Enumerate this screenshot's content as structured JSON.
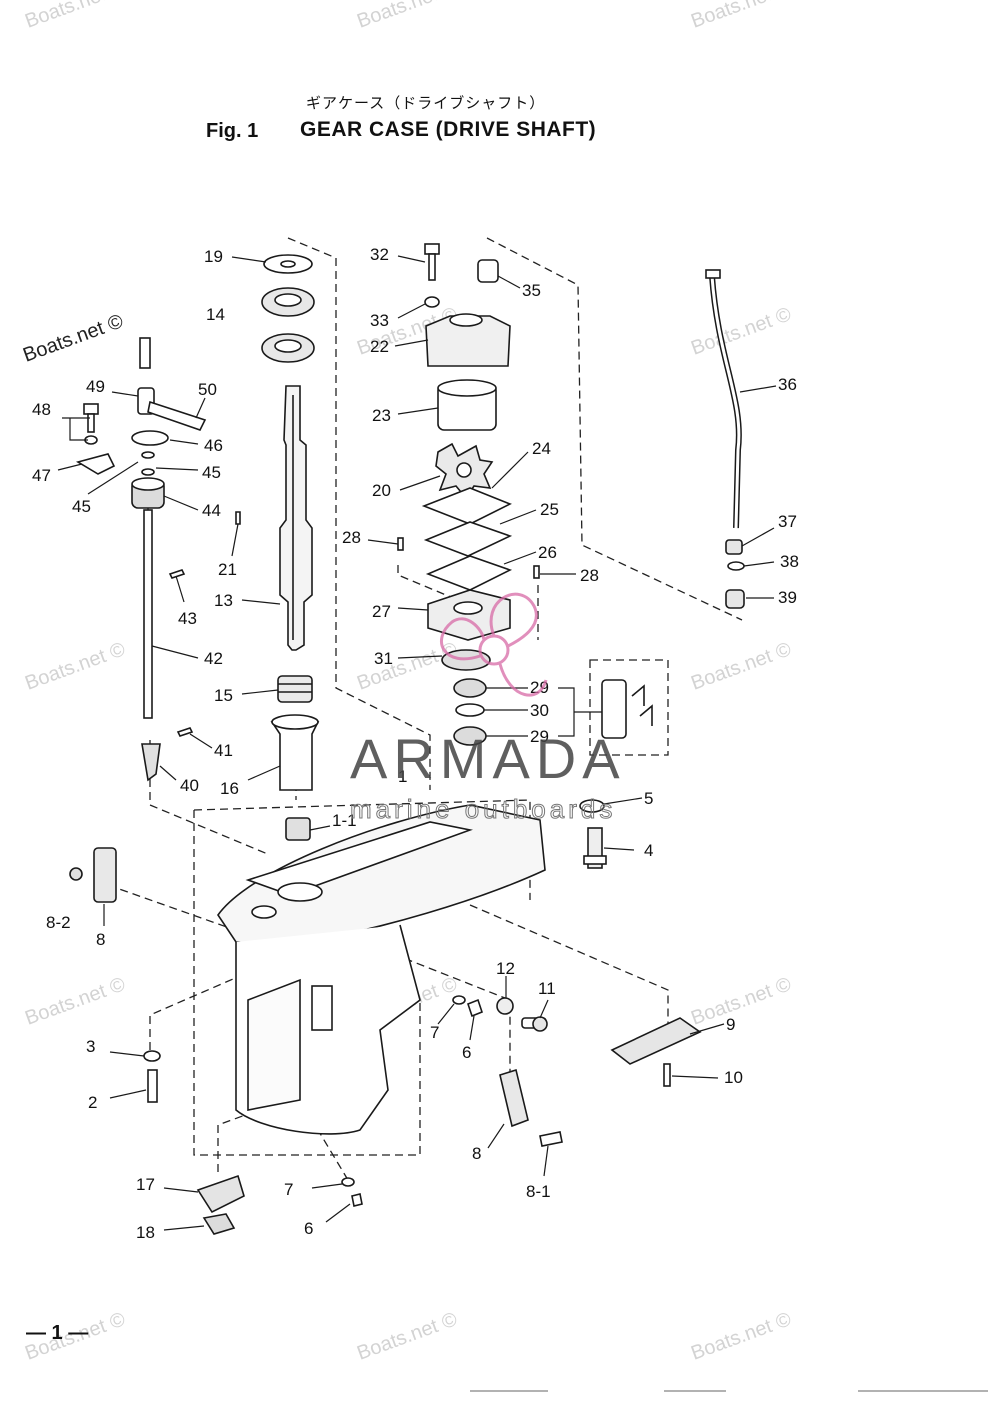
{
  "header": {
    "title_jp": "ギアケース（ドライブシャフト）",
    "fig_label": "Fig. 1",
    "title_en": "GEAR CASE  (DRIVE SHAFT)"
  },
  "footer": {
    "page_number": "— 1 —"
  },
  "watermarks": {
    "site": "Boats.net ©",
    "brand": "ARMADA",
    "brand_sub": "marine outboards"
  },
  "parts": [
    "19",
    "14",
    "32",
    "35",
    "33",
    "22",
    "36",
    "49",
    "50",
    "48",
    "46",
    "45",
    "47",
    "45",
    "23",
    "24",
    "20",
    "44",
    "25",
    "37",
    "28",
    "26",
    "38",
    "28",
    "21",
    "43",
    "13",
    "39",
    "27",
    "42",
    "31",
    "29",
    "30",
    "15",
    "29",
    "41",
    "40",
    "16",
    "1",
    "5",
    "1-1",
    "4",
    "8-2",
    "8",
    "12",
    "11",
    "9",
    "7",
    "3",
    "6",
    "10",
    "2",
    "8",
    "17",
    "7",
    "8-1",
    "6",
    "18"
  ],
  "colors": {
    "ink": "#1a1a1a",
    "brand": "#444444",
    "accent": "#d86aa6",
    "watermark": "#d6d6d6"
  }
}
